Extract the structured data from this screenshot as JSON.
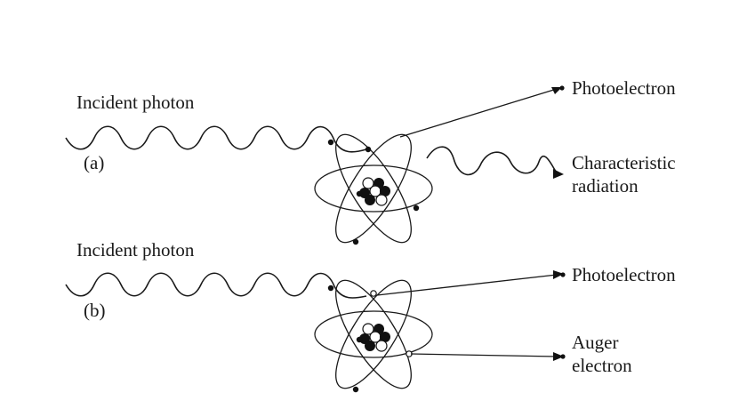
{
  "panel_a": {
    "tag": "(a)",
    "incident_label": "Incident photon",
    "emission_top": "Photoelectron",
    "emission_bottom_line1": "Characteristic",
    "emission_bottom_line2": "radiation"
  },
  "panel_b": {
    "tag": "(b)",
    "incident_label": "Incident photon",
    "emission_top": "Photoelectron",
    "emission_bottom_line1": "Auger",
    "emission_bottom_line2": "electron"
  }
}
